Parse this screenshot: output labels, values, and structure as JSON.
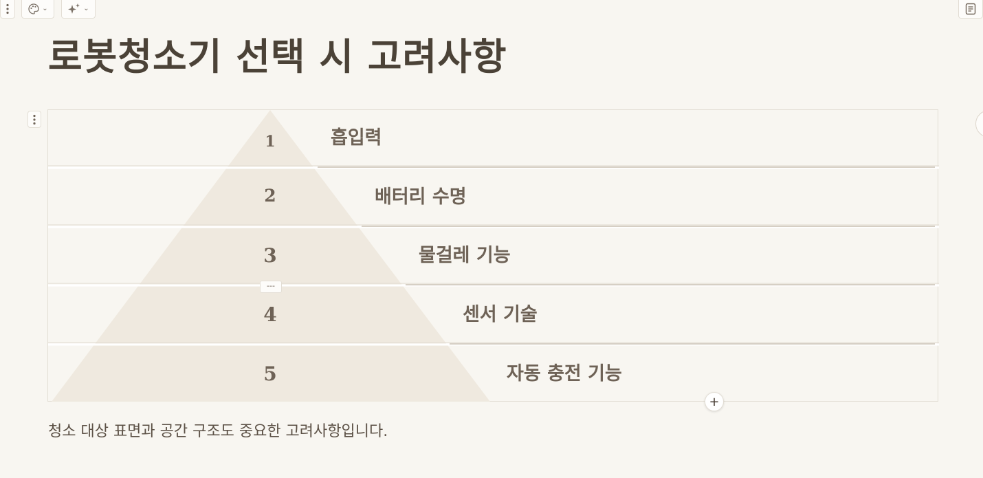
{
  "toolbar": {
    "more_icon": "vertical-dots-icon",
    "theme_icon": "palette-icon",
    "ai_icon": "sparkles-icon",
    "doc_icon": "document-icon"
  },
  "page": {
    "title": "로봇청소기 선택 시 고려사항"
  },
  "pyramid": {
    "fill_color": "#efe9df",
    "levels": [
      {
        "number": "1",
        "label": "흡입력"
      },
      {
        "number": "2",
        "label": "배터리 수명"
      },
      {
        "number": "3",
        "label": "물걸레 기능"
      },
      {
        "number": "4",
        "label": "센서 기술"
      },
      {
        "number": "5",
        "label": "자동 충전 기능"
      }
    ],
    "dash_label": "---",
    "add_label": "+"
  },
  "note": {
    "text": "청소 대상 표면과 공간 구조도 중요한 고려사항입니다."
  }
}
